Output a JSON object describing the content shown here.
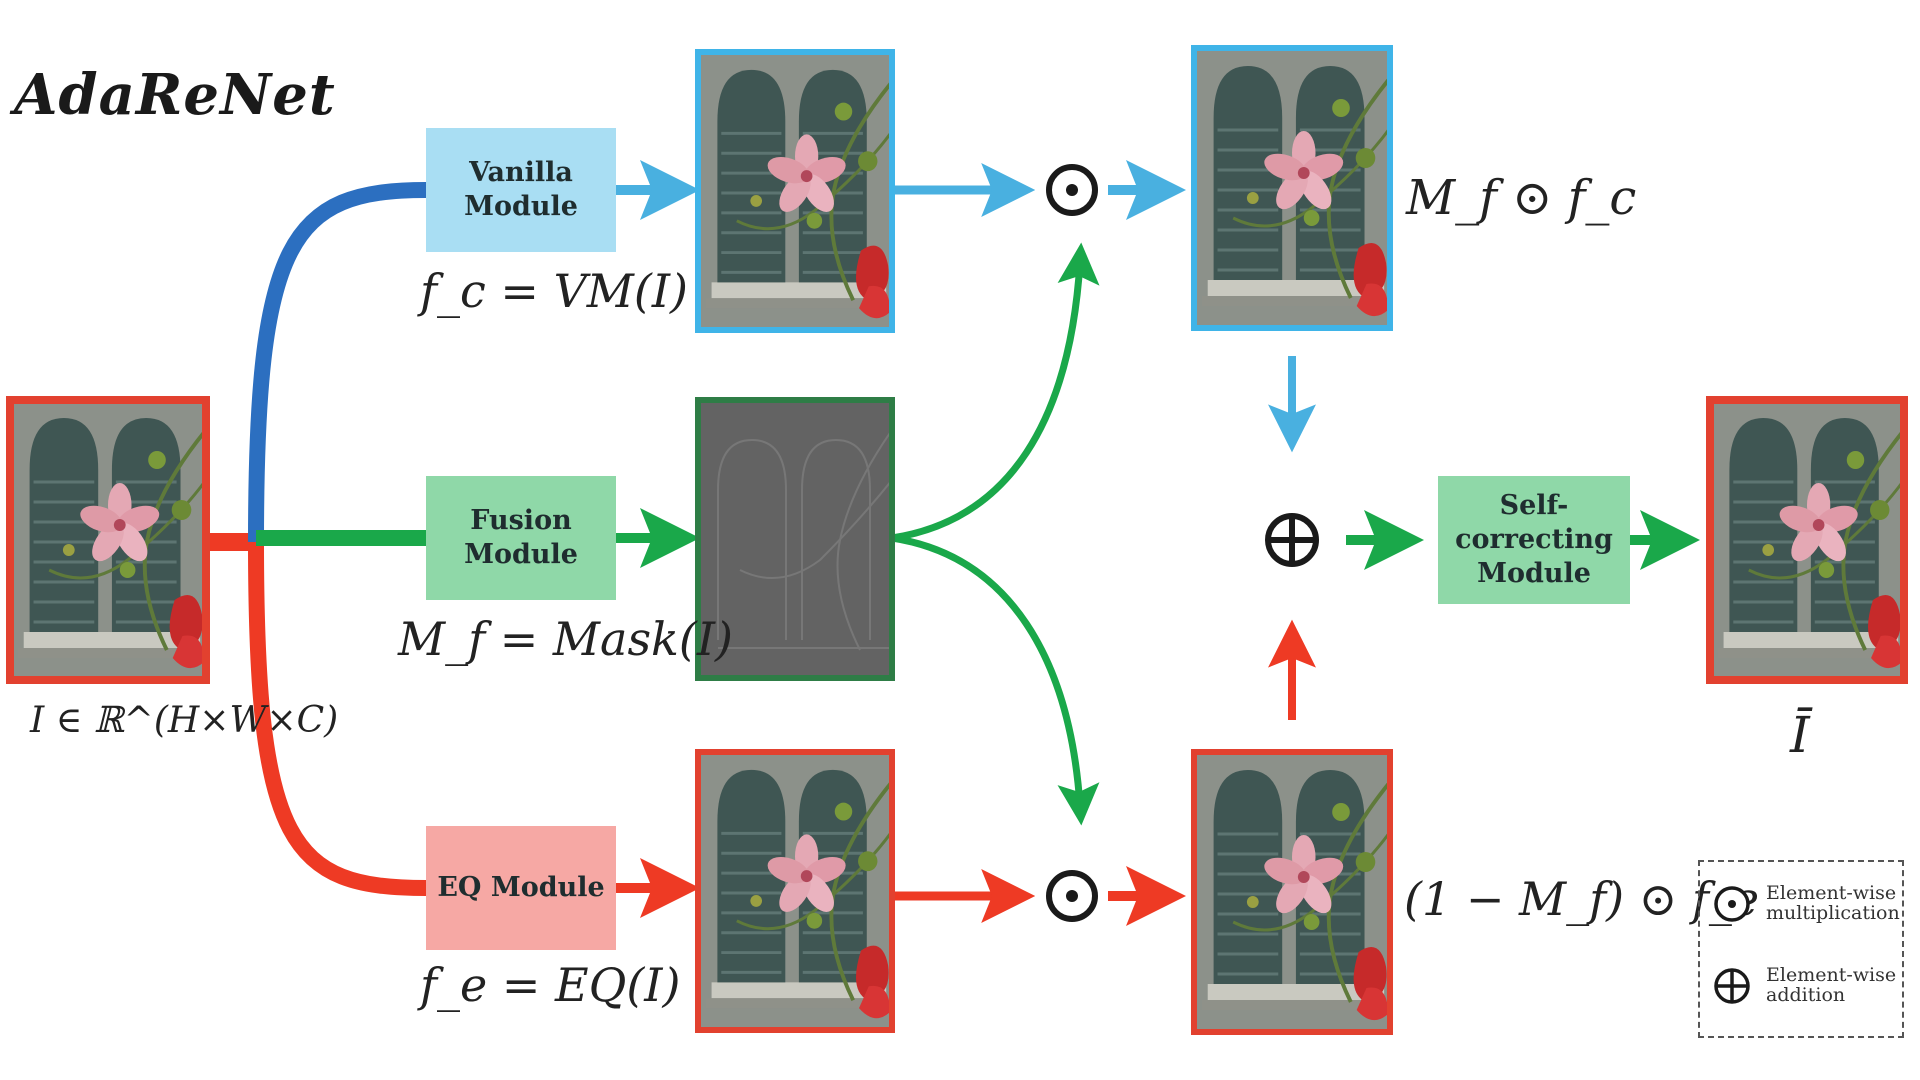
{
  "title": "AdaReNet",
  "modules": {
    "vanilla": "Vanilla Module",
    "fusion": "Fusion Module",
    "eq": "EQ Module",
    "self_correcting": "Self-correcting Module"
  },
  "formulas": {
    "fc": "f_c = VM(I)",
    "mf": "M_f = Mask(I)",
    "fe": "f_e = EQ(I)",
    "input": "I ∈ ℝ^(H×W×C)",
    "mf_dot_fc": "M_f ⊙ f_c",
    "one_minus_mf_dot_fe": "(1 − M_f) ⊙ f_e",
    "output": "Ī"
  },
  "legend": {
    "multiplication": [
      "Element-wise",
      "multiplication"
    ],
    "addition": [
      "Element-wise",
      "addition"
    ]
  },
  "colors": {
    "blue": "#49b0e0",
    "dark_blue": "#2c6fc0",
    "green": "#1aa84a",
    "red": "#ee3a24",
    "image_red_border": "#e2412f",
    "image_blue_border": "#3fb4e8",
    "image_green_border": "#2e7d46"
  }
}
